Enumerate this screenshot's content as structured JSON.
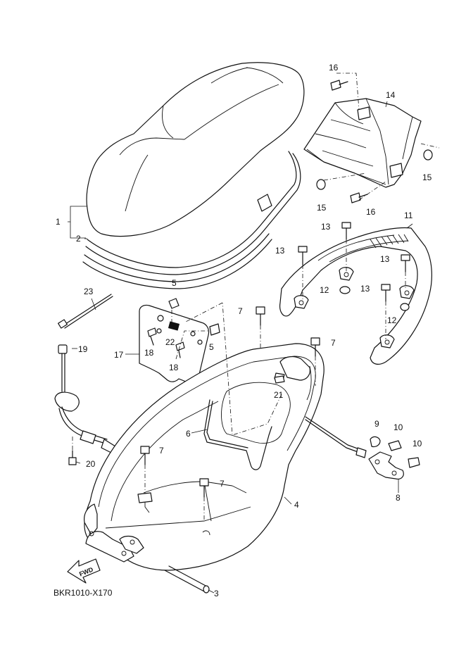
{
  "diagram": {
    "code": "BKR1010-X170",
    "direction_label": "FWD",
    "callouts": {
      "c1": "1",
      "c2": "2",
      "c3": "3",
      "c4": "4",
      "c5a": "5",
      "c5b": "5",
      "c6": "6",
      "c7a": "7",
      "c7b": "7",
      "c7c": "7",
      "c7d": "7",
      "c8": "8",
      "c9": "9",
      "c10a": "10",
      "c10b": "10",
      "c11": "11",
      "c12a": "12",
      "c12b": "12",
      "c13a": "13",
      "c13b": "13",
      "c13c": "13",
      "c13d": "13",
      "c14": "14",
      "c15a": "15",
      "c15b": "15",
      "c16a": "16",
      "c16b": "16",
      "c17": "17",
      "c18a": "18",
      "c18b": "18",
      "c19": "19",
      "c20": "20",
      "c21": "21",
      "c22": "22",
      "c23": "23"
    }
  }
}
